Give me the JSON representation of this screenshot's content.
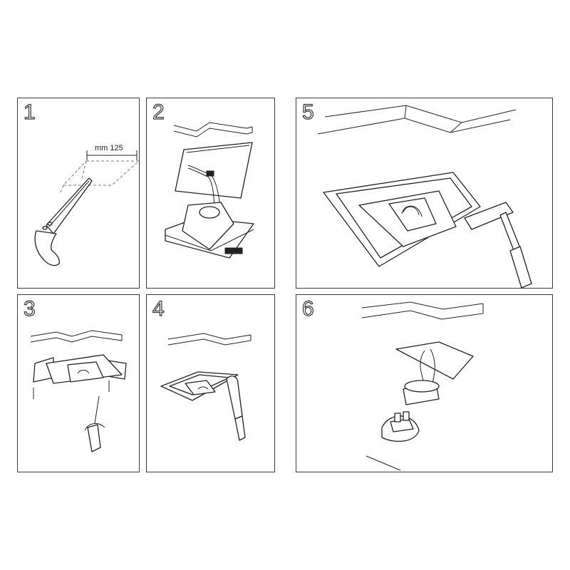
{
  "steps": [
    {
      "number": "1",
      "dimension_label": "mm 125"
    },
    {
      "number": "2"
    },
    {
      "number": "3"
    },
    {
      "number": "4"
    },
    {
      "number": "5"
    },
    {
      "number": "6"
    }
  ]
}
